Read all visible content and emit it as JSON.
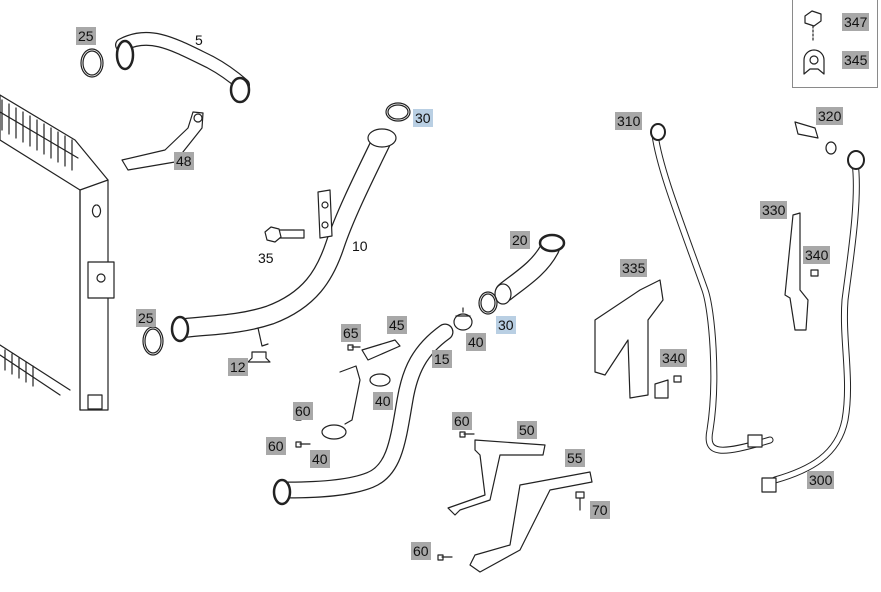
{
  "labels": {
    "l25a": "25",
    "l5": "5",
    "l48": "48",
    "l30a": "30",
    "l10": "10",
    "l35": "35",
    "l25b": "25",
    "l12": "12",
    "l65": "65",
    "l45": "45",
    "l40a": "40",
    "l40b": "40",
    "l40c": "40",
    "l60a": "60",
    "l60b": "60",
    "l15": "15",
    "l20": "20",
    "l30b": "30",
    "l60c": "60",
    "l50": "50",
    "l55": "55",
    "l70": "70",
    "l60d": "60",
    "l310": "310",
    "l335": "335",
    "l340a": "340",
    "l320": "320",
    "l330": "330",
    "l340b": "340",
    "l300": "300",
    "l347": "347",
    "l345": "345"
  },
  "colors": {
    "label_bg": "#a8a8a8",
    "label_selected_bg": "#b9cfe3",
    "line": "#222222"
  }
}
